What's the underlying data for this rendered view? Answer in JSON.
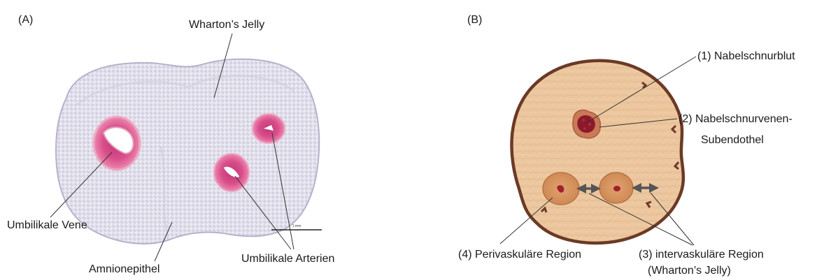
{
  "panel_a": {
    "label": "(A)",
    "annotations": {
      "wharton": "Wharton’s Jelly",
      "vene": "Umbilikale Vene",
      "amnion": "Amnionepithel",
      "arterien": "Umbilikale Arterien"
    },
    "scale_bar_text": "1 mm"
  },
  "panel_b": {
    "label": "(B)",
    "annotations": {
      "blut": "(1) Nabelschnurblut",
      "subendothel_1": "(2) Nabelschnurvenen-",
      "subendothel_2": "Subendothel",
      "perivaskulaer": "(4) Perivaskuläre Region",
      "intervaskulaer_1": "(3) intervaskuläre Region",
      "intervaskulaer_2": "(Wharton’s Jelly)"
    }
  },
  "colors": {
    "tissue": "#e6e6f0",
    "vessel_wall": "#e05a8a",
    "outline_brown": "#6b3a26",
    "cross_section_fill": "#ecc69e",
    "vessel_disc": "#d9905a",
    "vein_core": "#8b1a2a",
    "arrow_grey": "#555555"
  }
}
